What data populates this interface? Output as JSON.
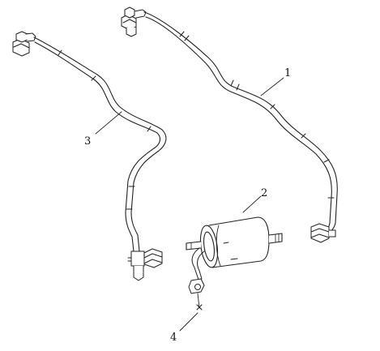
{
  "diagram": {
    "parts": [
      {
        "id": "1",
        "label": "1"
      },
      {
        "id": "2",
        "label": "2"
      },
      {
        "id": "3",
        "label": "3"
      },
      {
        "id": "4",
        "label": "4"
      }
    ],
    "colors": {
      "line": "#222222",
      "background": "#ffffff"
    }
  }
}
